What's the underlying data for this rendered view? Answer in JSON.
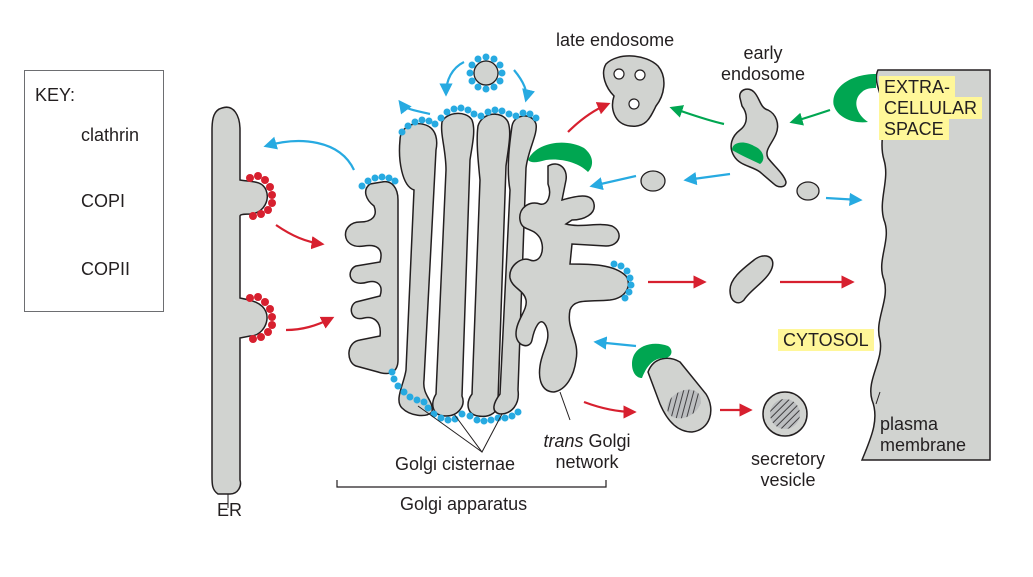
{
  "key": {
    "title": "KEY:",
    "items": [
      {
        "label": "clathrin",
        "icon": "clathrin-coat-icon",
        "color": "#00a651"
      },
      {
        "label": "COPI",
        "icon": "copi-coat-icon",
        "color": "#27aae1"
      },
      {
        "label": "COPII",
        "icon": "copii-coat-icon",
        "color": "#d7202f"
      }
    ]
  },
  "labels": {
    "late_endosome": "late endosome",
    "early_endosome_1": "early",
    "early_endosome_2": "endosome",
    "extracellular_1": "EXTRA-",
    "extracellular_2": "CELLULAR",
    "extracellular_3": "SPACE",
    "cytosol": "CYTOSOL",
    "plasma_membrane_1": "plasma",
    "plasma_membrane_2": "membrane",
    "secretory_vesicle_1": "secretory",
    "secretory_vesicle_2": "vesicle",
    "trans_golgi_italic": "trans",
    "trans_golgi_rest": "Golgi",
    "trans_golgi_2": "network",
    "golgi_cisternae": "Golgi cisternae",
    "golgi_apparatus": "Golgi apparatus",
    "er": "ER"
  },
  "colors": {
    "membrane_fill": "#d1d3d0",
    "outline": "#231f20",
    "clathrin": "#00a651",
    "copi": "#27aae1",
    "copii": "#d7202f",
    "highlight": "#fff799"
  }
}
